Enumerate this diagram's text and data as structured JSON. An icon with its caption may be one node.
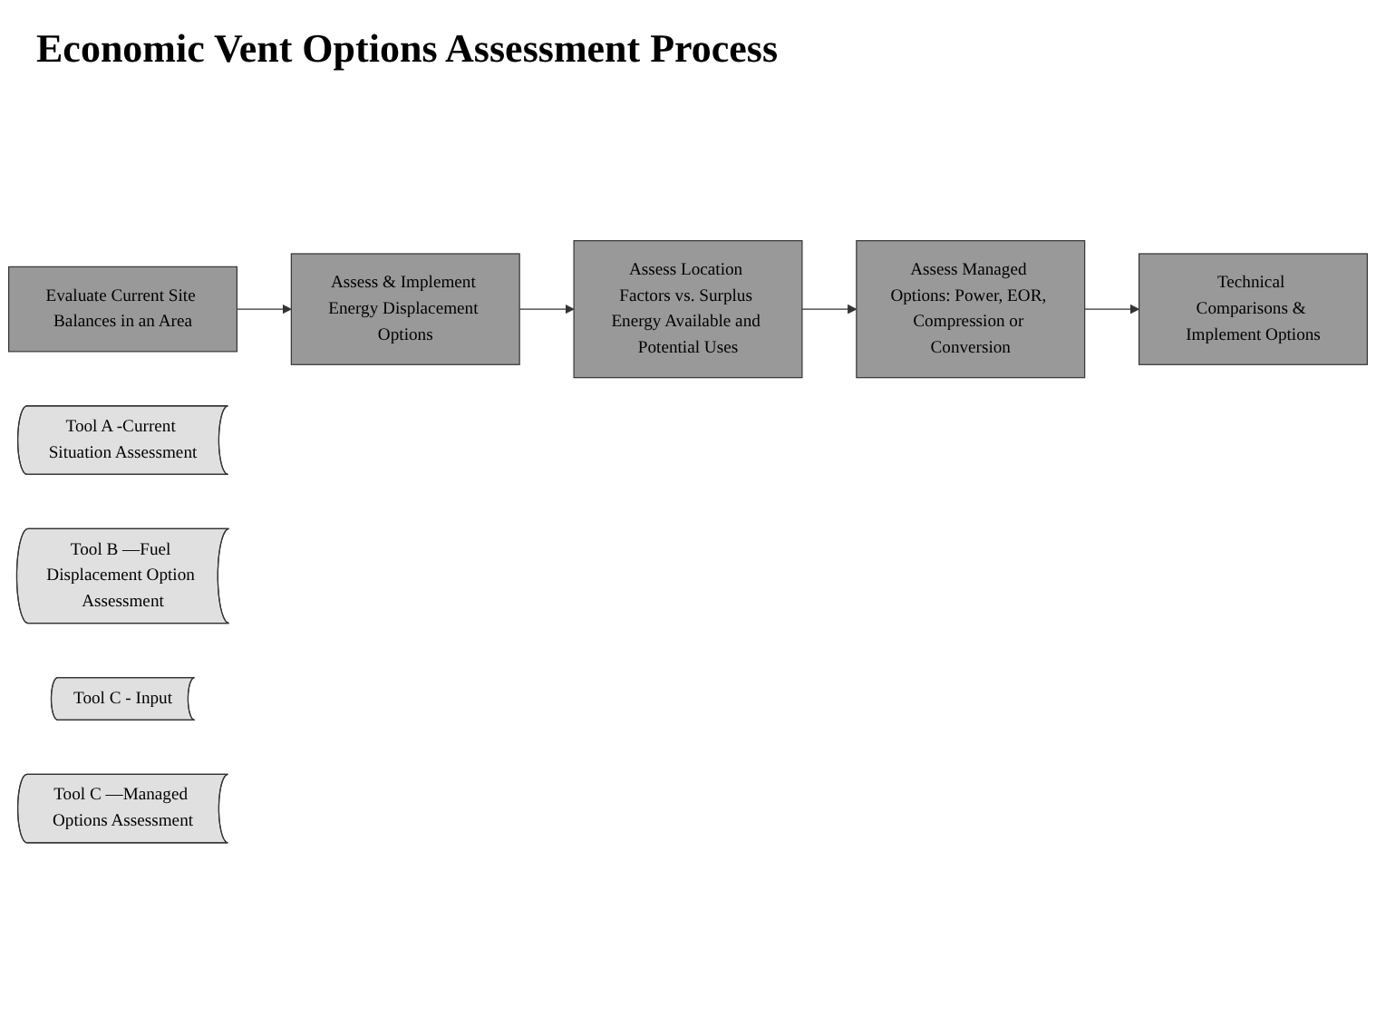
{
  "diagram": {
    "title": "Economic Vent Options Assessment Process",
    "nodes": [
      {
        "text": [
          "Evaluate Current Site Balances in an Area"
        ]
      },
      {
        "text": [
          "Tool A -Current Situation Assessment"
        ]
      },
      {
        "text": [
          "Assess & Implement Energy Displacement Options"
        ]
      },
      {
        "text": [
          "Tool B —Fuel Displacement Option Assessment"
        ]
      },
      {
        "text": [
          "Assess Location Factors vs. Surplus Energy Available and Potential Uses"
        ]
      },
      {
        "text": [
          "Tool C - Input"
        ]
      },
      {
        "text": [
          "Assess Managed Options: Power, EOR, Compression or Conversion"
        ]
      },
      {
        "text": [
          "Tool C —Managed Options Assessment"
        ]
      },
      {
        "text": [
          "Technical Comparisons & Implement Options"
        ]
      }
    ],
    "edges": [
      {
        "from": 0,
        "to": 2,
        "arrow": "to"
      },
      {
        "from": 2,
        "to": 4,
        "arrow": "to"
      },
      {
        "from": 4,
        "to": 6,
        "arrow": "to"
      },
      {
        "from": 6,
        "to": 8,
        "arrow": "to"
      }
    ]
  }
}
